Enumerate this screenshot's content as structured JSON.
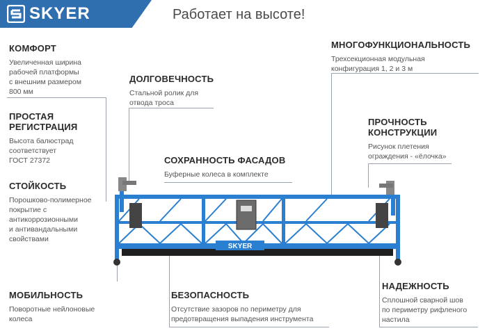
{
  "brand": {
    "name": "SKYER",
    "platform_label": "SKYER"
  },
  "tagline": "Работает на высоте!",
  "colors": {
    "brand_blue": "#2f6fb0",
    "platform_blue": "#2b7fd0",
    "text": "#3b3b3b"
  },
  "features": {
    "comfort": {
      "title": "КОМФОРТ",
      "desc": [
        "Увеличенная ширина",
        "рабочей платформы",
        "с внешним размером",
        "800 мм"
      ]
    },
    "registration": {
      "title": [
        "ПРОСТАЯ",
        "РЕГИСТРАЦИЯ"
      ],
      "desc": [
        "Высота балюстрад",
        "соответствует",
        "ГОСТ 27372"
      ]
    },
    "resistance": {
      "title": "СТОЙКОСТЬ",
      "desc": [
        "Порошково-полимерное",
        "покрытие с",
        "антикоррозионными",
        "и антивандальными",
        "свойствами"
      ]
    },
    "mobility": {
      "title": "МОБИЛЬНОСТЬ",
      "desc": [
        "Поворотные нейлоновые",
        "колеса"
      ]
    },
    "durability": {
      "title": "ДОЛГОВЕЧНОСТЬ",
      "desc": [
        "Стальной ролик для",
        "отвода троса"
      ]
    },
    "facades": {
      "title": "СОХРАННОСТЬ ФАСАДОВ",
      "desc": [
        "Буферные колеса в комплекте"
      ]
    },
    "safety": {
      "title": "БЕЗОПАСНОСТЬ",
      "desc": [
        "Отсутствие зазоров по периметру для",
        "предотвращения выпадения инструмента"
      ]
    },
    "multifunction": {
      "title": "МНОГОФУНКЦИОНАЛЬНОСТЬ",
      "desc": [
        "Трехсекционная модульная",
        "конфигурация 1, 2 и 3 м"
      ]
    },
    "strength": {
      "title": [
        "ПРОЧНОСТЬ",
        "КОНСТРУКЦИИ"
      ],
      "desc": [
        "Рисунок плетения",
        "ограждения - «ёлочка»"
      ]
    },
    "reliability": {
      "title": "НАДЕЖНОСТЬ",
      "desc": [
        "Сплошной сварной шов",
        "по периметру рифленого",
        "настила"
      ]
    }
  }
}
